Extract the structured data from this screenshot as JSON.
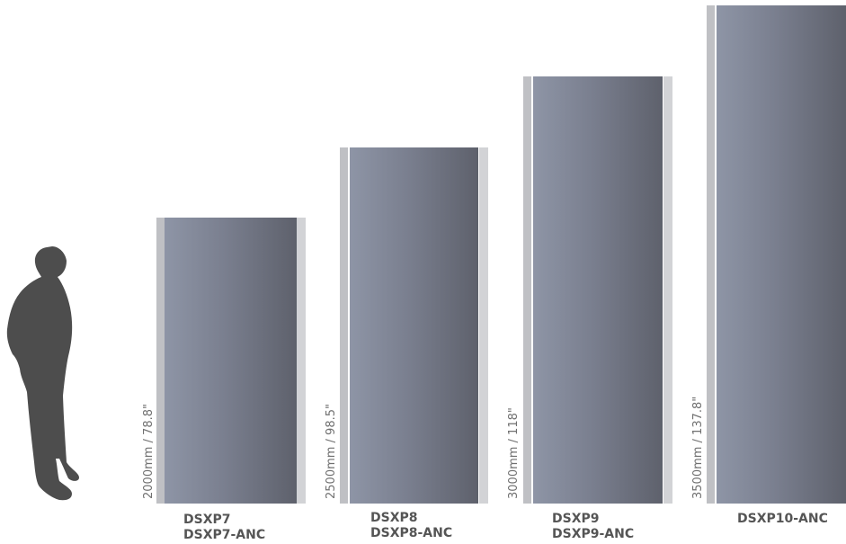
{
  "products": [
    {
      "name": "DSXP7",
      "variant": "DSXP7-ANC",
      "dimension": "2000mm / 78.8\""
    },
    {
      "name": "DSXP8",
      "variant": "DSXP8-ANC",
      "dimension": "2500mm / 98.5\""
    },
    {
      "name": "DSXP9",
      "variant": "DSXP9-ANC",
      "dimension": "3000mm / 118\""
    },
    {
      "name": "DSXP10-ANC",
      "variant": "",
      "dimension": "3500mm / 137.8\""
    }
  ],
  "colors": {
    "panel_light": "#8e95a6",
    "panel_dark": "#5e616c",
    "rail": "#c8c9cd",
    "silhouette": "#4a4a4a",
    "label_text": "#555555"
  }
}
